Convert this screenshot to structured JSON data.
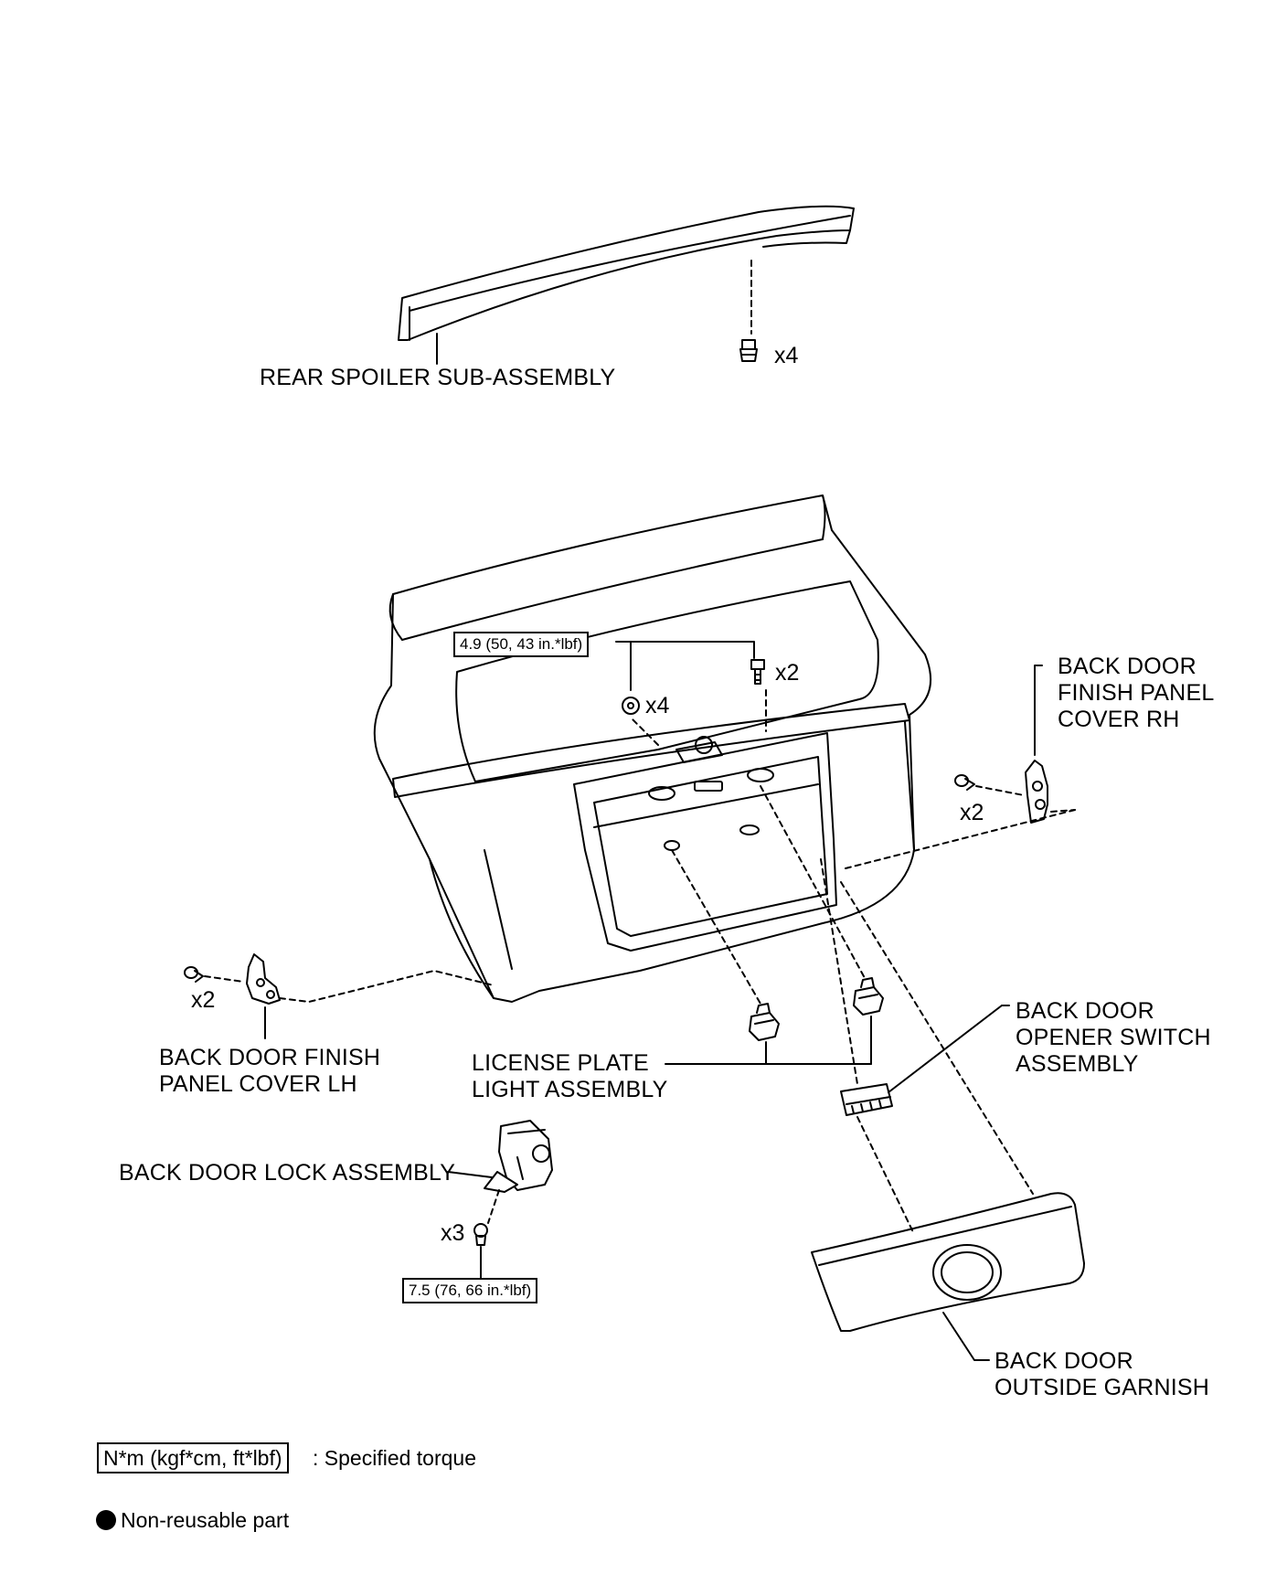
{
  "labels": {
    "rear_spoiler": "REAR SPOILER SUB-ASSEMBLY",
    "finish_panel_rh": [
      "BACK DOOR",
      "FINISH PANEL",
      "COVER RH"
    ],
    "finish_panel_lh": [
      "BACK DOOR FINISH",
      "PANEL COVER LH"
    ],
    "license_plate_light": [
      "LICENSE PLATE",
      "LIGHT ASSEMBLY"
    ],
    "opener_switch": [
      "BACK DOOR",
      "OPENER SWITCH",
      "ASSEMBLY"
    ],
    "lock_assembly": "BACK DOOR LOCK ASSEMBLY",
    "outside_garnish": [
      "BACK DOOR",
      "OUTSIDE GARNISH"
    ]
  },
  "quantities": {
    "spoiler_bolts": "x4",
    "upper_screws": "x2",
    "upper_nuts": "x4",
    "rh_clips": "x2",
    "lh_clips": "x2",
    "lock_bolts": "x3"
  },
  "torques": {
    "garnish_fasteners": "4.9 (50, 43 in.*lbf)",
    "lock_bolts": "7.5 (76, 66 in.*lbf)"
  },
  "legend": {
    "torque_unit": "N*m (kgf*cm, ft*lbf)",
    "torque_desc": ": Specified torque",
    "non_reusable": "Non-reusable part"
  }
}
